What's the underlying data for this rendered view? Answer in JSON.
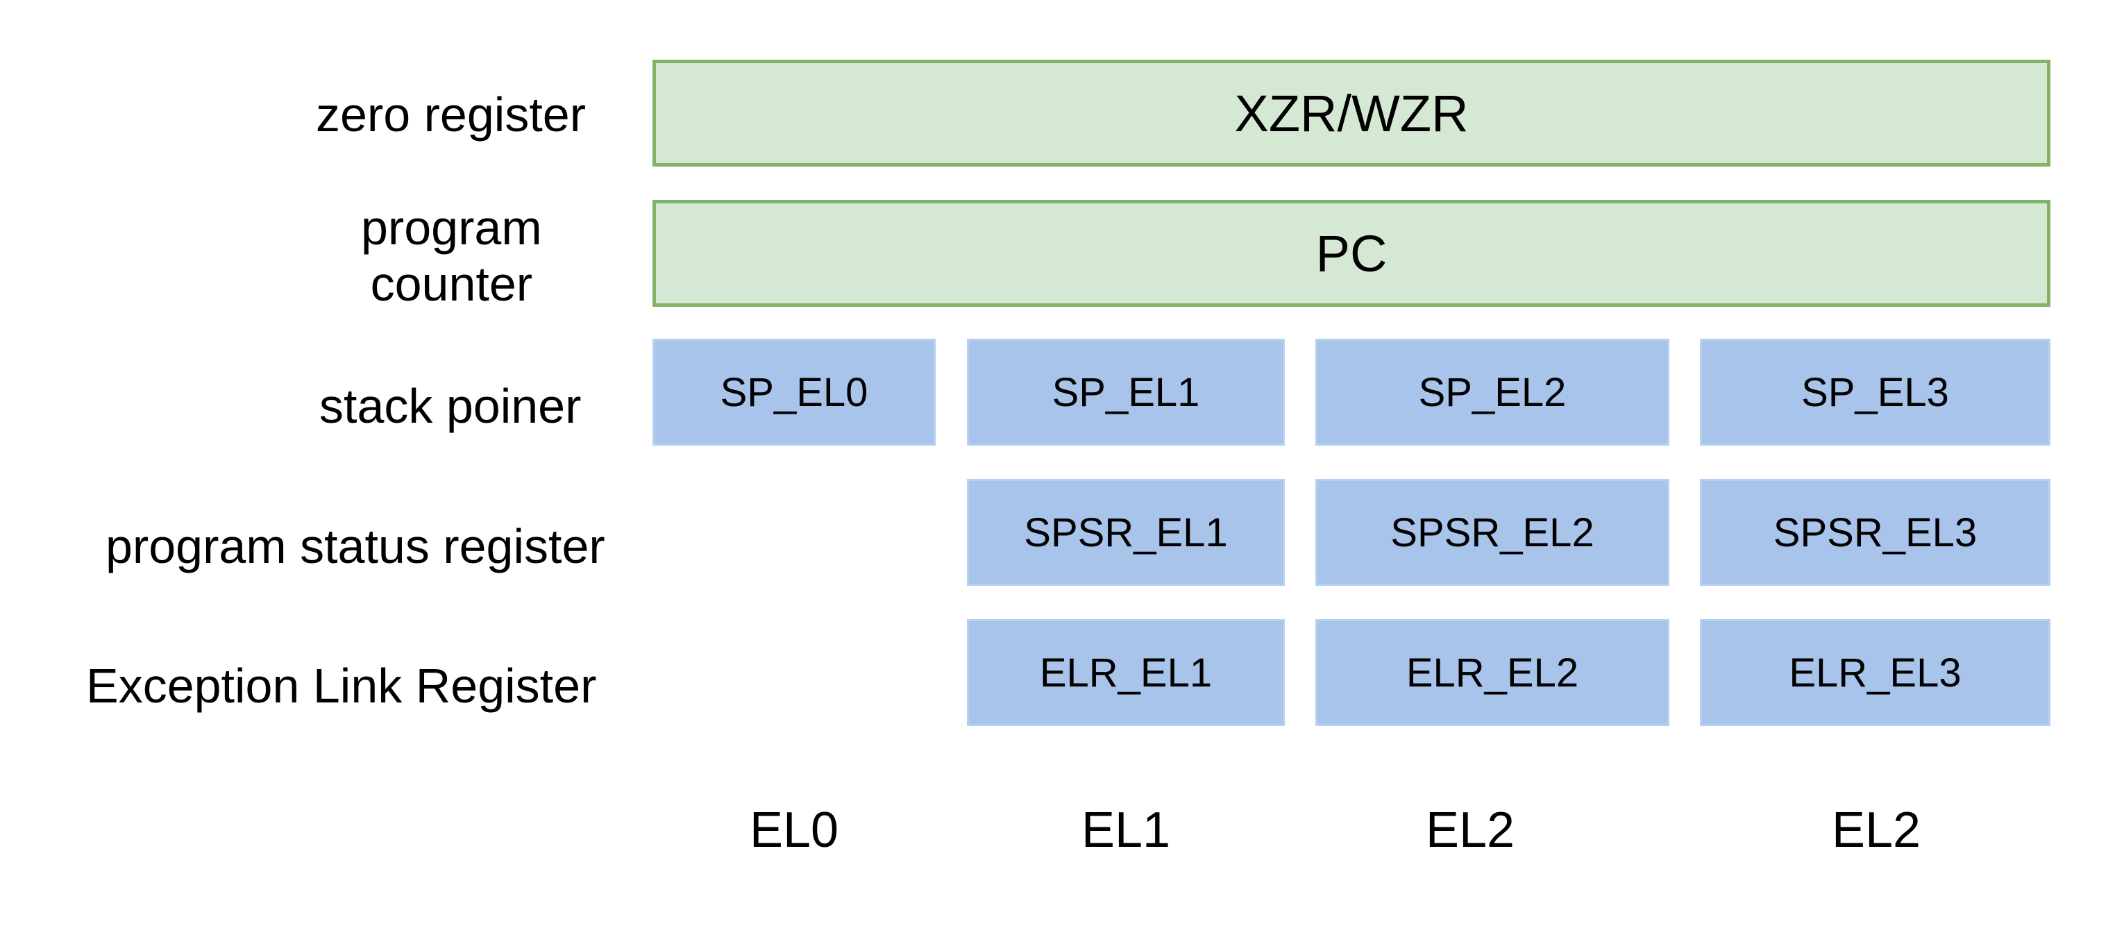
{
  "rows": {
    "zero_register": "zero register",
    "program_counter_line1": "program",
    "program_counter_line2": "counter",
    "stack_pointer": "stack poiner",
    "program_status_register": "program status register",
    "exception_link_register": "Exception Link Register"
  },
  "shared": {
    "zero": "XZR/WZR",
    "pc": "PC"
  },
  "sp": [
    "SP_EL0",
    "SP_EL1",
    "SP_EL2",
    "SP_EL3"
  ],
  "spsr": [
    "SPSR_EL1",
    "SPSR_EL2",
    "SPSR_EL3"
  ],
  "elr": [
    "ELR_EL1",
    "ELR_EL2",
    "ELR_EL3"
  ],
  "levels": [
    "EL0",
    "EL1",
    "EL2",
    "EL2"
  ],
  "colors": {
    "green_fill": "#d5e8d4",
    "green_border": "#82b366",
    "blue_fill": "#a9c4eb"
  }
}
